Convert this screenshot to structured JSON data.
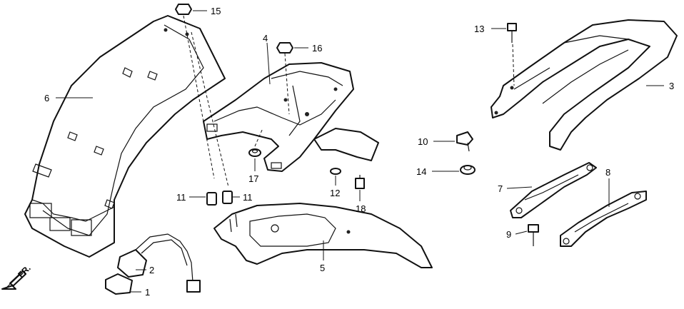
{
  "callouts": {
    "c1": "1",
    "c2": "2",
    "c3": "3",
    "c4": "4",
    "c5": "5",
    "c6": "6",
    "c7": "7",
    "c8": "8",
    "c9": "9",
    "c10": "10",
    "c11a": "11",
    "c11b": "11",
    "c12": "12",
    "c13": "13",
    "c14": "14",
    "c15": "15",
    "c16": "16",
    "c17": "17",
    "c18": "18"
  },
  "direction": {
    "label": "FR."
  }
}
